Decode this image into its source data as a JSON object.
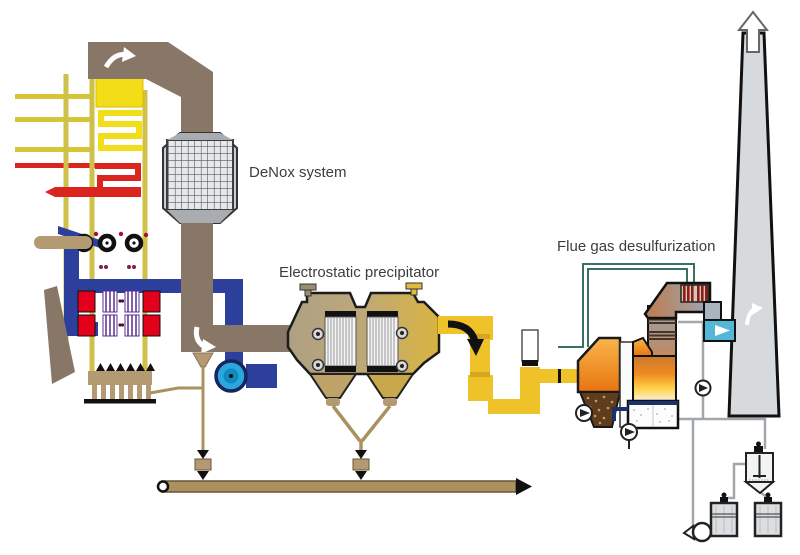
{
  "diagram": {
    "labels": {
      "denox": "DeNox system",
      "esp": "Electrostatic precipitator",
      "fgd": "Flue gas desulfurization"
    },
    "components": [
      "boiler",
      "denox-reactor",
      "combustion-air-fan",
      "electrostatic-precipitator",
      "gas-gas-heat-exchanger",
      "absorber-tower",
      "mist-eliminator",
      "chimney",
      "hydrocyclone",
      "gypsum-tanks",
      "ash-conveyor"
    ],
    "colors": {
      "background": "#ffffff",
      "flue_duct_brown": "#887666",
      "denox_body_gray": "#a9adb2",
      "denox_grid_light": "#e6e8ea",
      "pipe_yellow": "#d6c537",
      "bright_yellow": "#f2dd18",
      "red": "#d9251d",
      "air_blue": "#2c3f9a",
      "fan_cyan": "#2aa7dc",
      "esp_tan": "#b2a287",
      "esp_gold": "#d9b441",
      "duct_yellow": "#f0c229",
      "fgd_orange_light": "#f9b54c",
      "fgd_orange_deep": "#e8740f",
      "gypsum_brown": "#5e3d1d",
      "absorber_gray_blue": "#9aa9b5",
      "mist_eliminator_red": "#8f1d15",
      "clean_gas_blue": "#53b7d8",
      "chimney_gray": "#d7dadd",
      "green_pipe": "#3c6f63",
      "gray_pipe": "#a2a7ab",
      "navy_pipe": "#1c2f6e",
      "conveyor_tan": "#ab9060",
      "outline": "#1a1a1a",
      "label_text": "#3d3d3d"
    }
  }
}
